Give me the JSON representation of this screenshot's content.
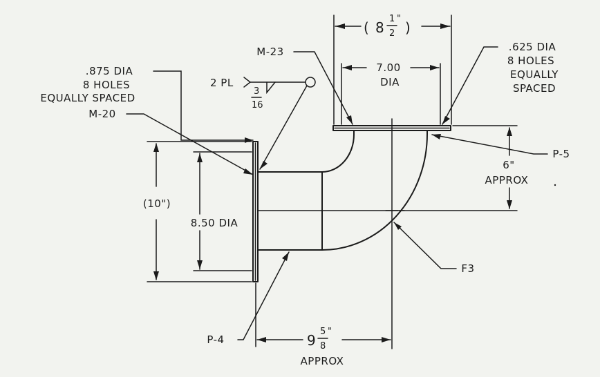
{
  "callouts": {
    "flange_holes_left": {
      "line1": ".875 DIA",
      "line2": "8 HOLES",
      "line3": "EQUALLY SPACED"
    },
    "flange_holes_right": {
      "line1": ".625 DIA",
      "line2": "8 HOLES",
      "line3": "EQUALLY",
      "line4": "SPACED"
    },
    "m20": "M-20",
    "m23": "M-23",
    "p5": "P-5",
    "p4": "P-4",
    "f3": "F3"
  },
  "weld_symbol": {
    "count": "2 PL",
    "size_num": "3",
    "size_den": "16"
  },
  "dimensions": {
    "top_overall": {
      "open": "(",
      "whole": "8",
      "num": "1",
      "den": "2",
      "inch": "\"",
      "close": ")"
    },
    "top_dia": {
      "value": "7.00",
      "label": "DIA"
    },
    "rise": {
      "value": "6\"",
      "label": "APPROX"
    },
    "left_overall": "(10\")",
    "left_dia": "8.50 DIA",
    "bottom": {
      "whole": "9",
      "num": "5",
      "den": "8",
      "inch": "\"",
      "label": "APPROX"
    }
  }
}
